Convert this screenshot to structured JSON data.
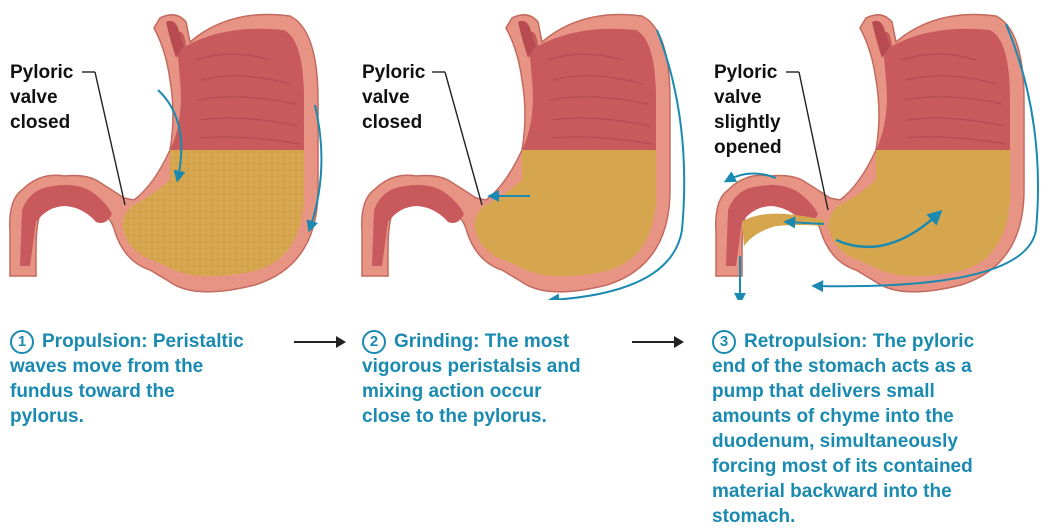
{
  "colors": {
    "accent": "#1a8ab0",
    "stomach_wall": "#e89484",
    "stomach_inner": "#c85a5e",
    "chyme": "#d6a64f",
    "label_text": "#111111"
  },
  "panels": [
    {
      "label": "Pyloric\nvalve\nclosed",
      "number": "1",
      "title": "Propulsion:",
      "caption_lines": [
        "Peristaltic",
        "waves move from the",
        "fundus toward the",
        "pylorus."
      ]
    },
    {
      "label": "Pyloric\nvalve\nclosed",
      "number": "2",
      "title": "Grinding:",
      "caption_lines": [
        "The most",
        "vigorous peristalsis and",
        "mixing action occur",
        "close to the pylorus."
      ]
    },
    {
      "label": "Pyloric\nvalve\nslightly\nopened",
      "number": "3",
      "title": "Retropulsion:",
      "caption_lines": [
        "The pyloric",
        "end of the stomach acts as a",
        "pump that delivers small",
        "amounts of chyme into the",
        "duodenum, simultaneously",
        "forcing most of its contained",
        "material backward into the",
        "stomach."
      ]
    }
  ]
}
